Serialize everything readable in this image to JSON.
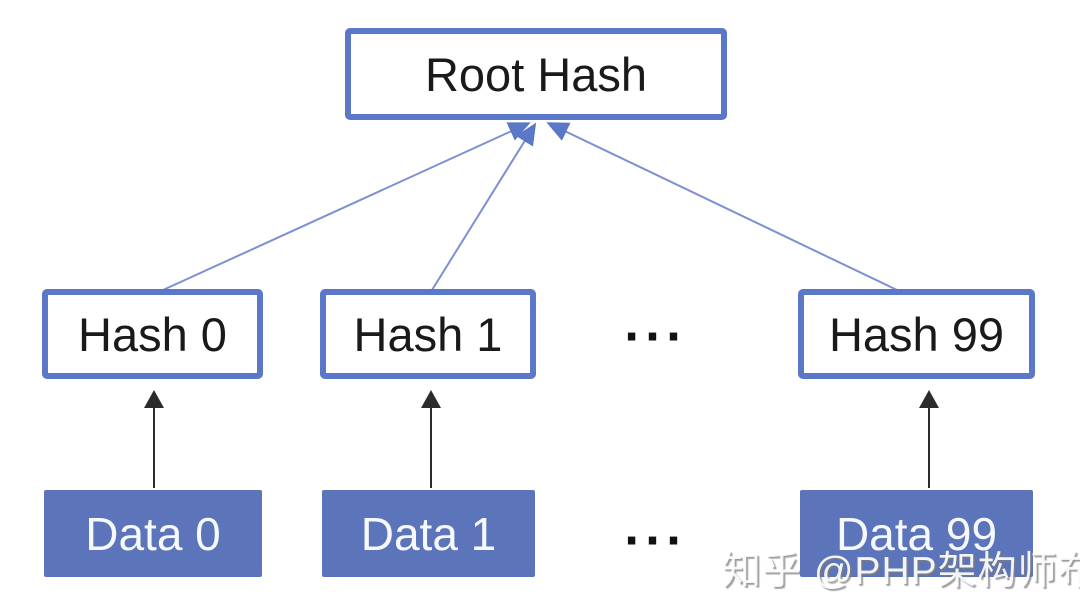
{
  "diagram": {
    "type": "merkle-hash-tree",
    "root": {
      "label": "Root Hash"
    },
    "nodes": [
      {
        "hash": "Hash 0",
        "data": "Data 0"
      },
      {
        "hash": "Hash 1",
        "data": "Data 1"
      },
      {
        "hash": "Hash 99",
        "data": "Data 99"
      }
    ],
    "ellipsis": "···",
    "watermark": "知乎 @PHP架构师布乐",
    "colors": {
      "node_border": "#5b78c8",
      "node_fill": "#ffffff",
      "data_fill": "#5b74ba",
      "connector_blue": "#7d90d2",
      "arrowhead_blue": "#5b78c8",
      "arrow_black": "#2b2b2b",
      "text": "#1a1a1a",
      "data_text": "#ffffff"
    }
  }
}
